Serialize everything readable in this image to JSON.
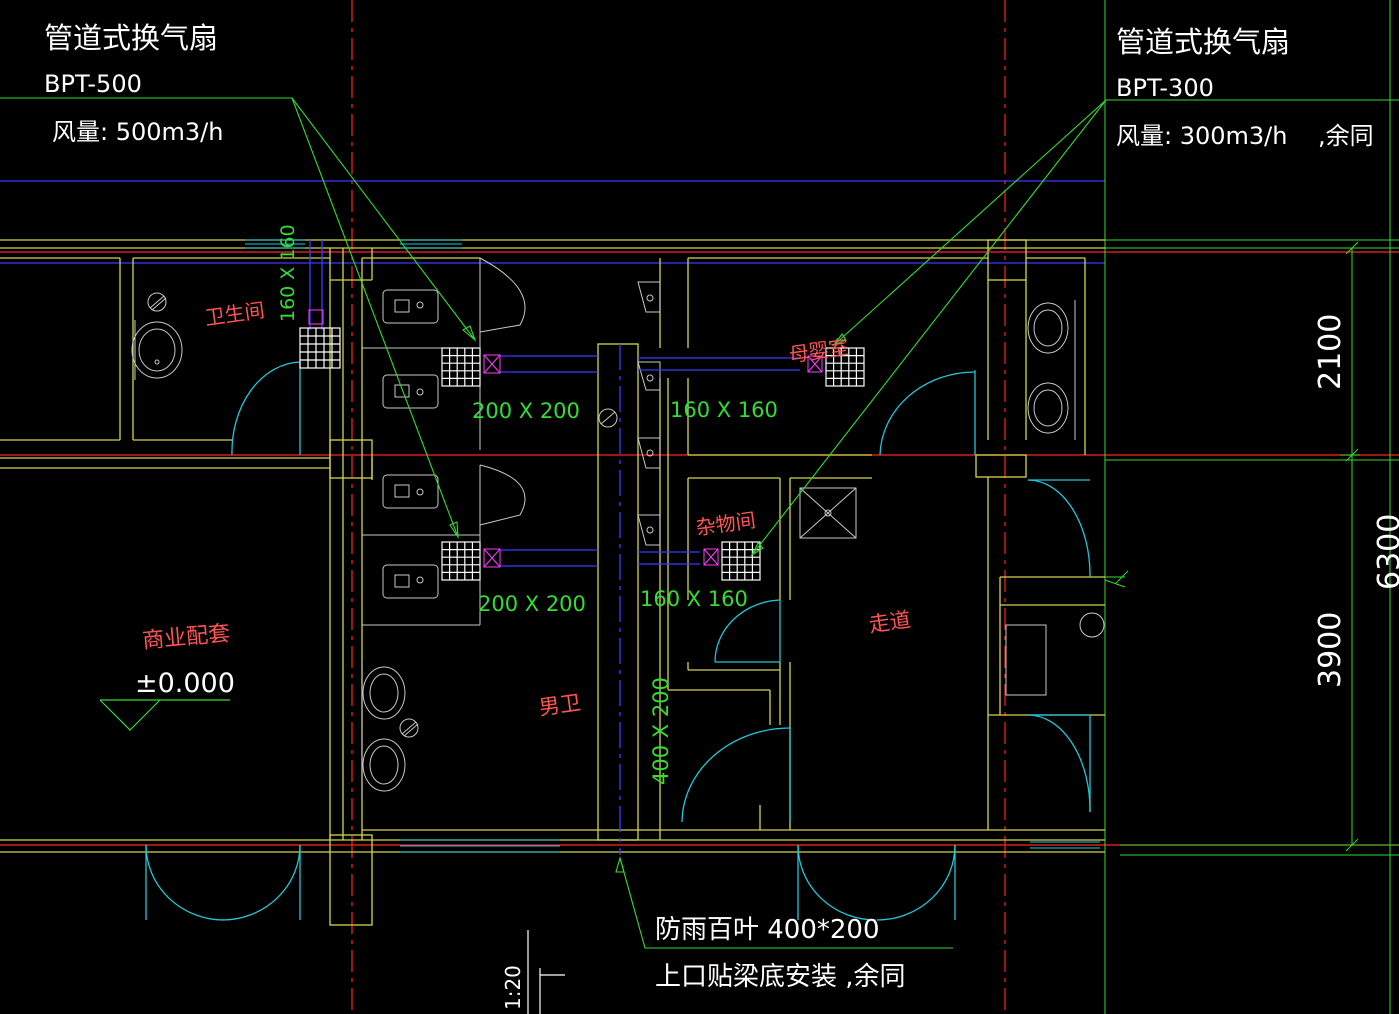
{
  "colors": {
    "background": "#000000",
    "wall": "#d4d44a",
    "axis": "#ff2222",
    "duct": "#3a3aff",
    "fixture": "#c8c8c8",
    "door": "#20c8d8",
    "leader": "#33dd33",
    "dim": "#33dd33",
    "text_white": "#ffffff",
    "text_red": "#ff5555"
  },
  "fan_left": {
    "title": "管道式换气扇",
    "model": "BPT-500",
    "airflow": "风量:   500m3/h"
  },
  "fan_right": {
    "title": "管道式换气扇",
    "model": "BPT-300",
    "airflow": "风量:   300m3/h",
    "same": ",余同"
  },
  "rooms": {
    "washroom": "卫生间",
    "mother_baby": "母婴室",
    "storage": "杂物间",
    "corridor": "走道",
    "mens": "男卫",
    "commercial": "商业配套",
    "elevation": "±0.000"
  },
  "ducts": {
    "d160_vert": "160 X 160",
    "d200_upper": "200 X 200",
    "d160_upper": "160 X 160",
    "d200_lower": "200 X 200",
    "d160_lower": "160 X 160",
    "d400": "400 X 200"
  },
  "dims": {
    "d2100": "2100",
    "d3900": "3900",
    "d6300": "6300"
  },
  "louver": {
    "line1": "防雨百叶  400*200",
    "line2": "上口贴梁底安装    ,余同"
  },
  "slope": {
    "text": "1:20"
  }
}
